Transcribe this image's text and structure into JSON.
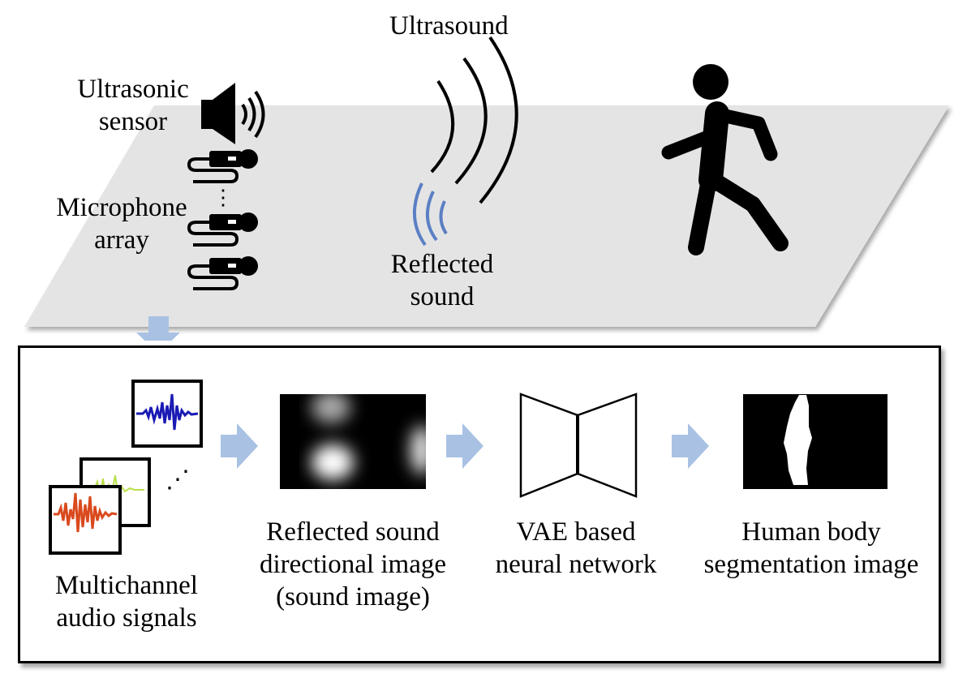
{
  "scene": {
    "ultrasound_label": "Ultrasound",
    "sensor_label": [
      "Ultrasonic",
      "sensor"
    ],
    "mic_label": [
      "Microphone",
      "array"
    ],
    "array_ellipsis": "⋮",
    "reflected_label": [
      "Reflected",
      "sound"
    ],
    "icons": [
      "speaker-icon",
      "microphone-icon",
      "walking-person-icon"
    ],
    "colors": {
      "floor": "#e4e4e4",
      "reflected_wave": "#5b7fc4",
      "arrow": "#a9c2e3"
    }
  },
  "pipeline": {
    "steps": [
      {
        "id": "audio",
        "label": [
          "Multichannel",
          "audio signals"
        ]
      },
      {
        "id": "sound-image",
        "label": [
          "Reflected sound",
          "directional image",
          "(sound image)"
        ]
      },
      {
        "id": "vae",
        "label": [
          "VAE based",
          "neural network"
        ]
      },
      {
        "id": "segmentation",
        "label": [
          "Human body",
          "segmentation image"
        ]
      }
    ],
    "waveform_colors": [
      "#d94a1e",
      "#b8e04a",
      "#1a1ab4"
    ],
    "audio_ellipsis": "⋰"
  }
}
